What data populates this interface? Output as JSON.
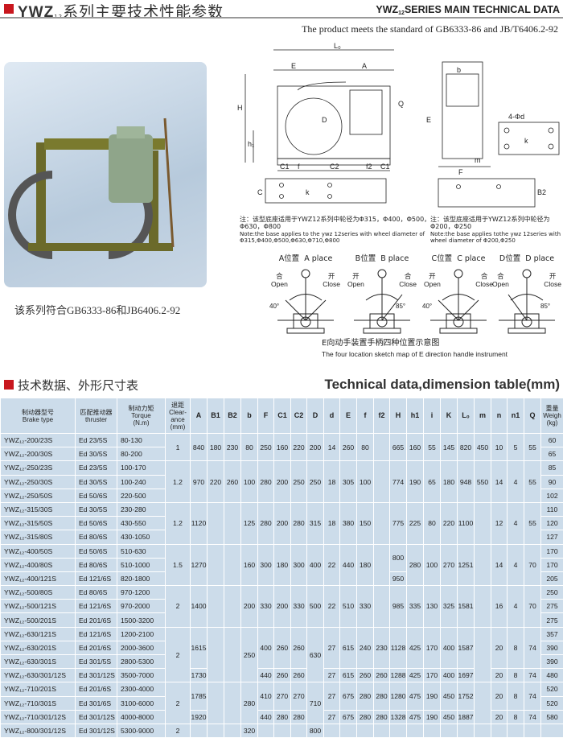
{
  "header": {
    "title_prefix": "YWZ",
    "title_sub": "12",
    "title_cn": "系列主要技术性能参数",
    "title_en_prefix": "YWZ",
    "title_en_sub": "12",
    "title_en": "SERIES MAIN TECHNICAL DATA",
    "standard": "The product meets the standard of GB6333-86 and JB/T6406.2-92"
  },
  "photo": {
    "caption": "该系列符合GB6333-86和JB6406.2-92"
  },
  "diagram": {
    "labels": {
      "L0": "L₀",
      "A": "A",
      "E": "E",
      "H": "H",
      "h1": "h₁",
      "C1": "C1",
      "f": "f",
      "C2": "C2",
      "f2": "f2",
      "C1b": "C1",
      "Q": "Q",
      "D": "D",
      "Edir": "E",
      "b": "b",
      "d4": "4-Φd",
      "k": "k",
      "m": "m",
      "F": "F",
      "c": "C",
      "B2": "B2",
      "k2": "k"
    },
    "note_left_cn": "注：该型底座适用于YWZ12系列中轮径为Φ315，Φ400，Φ500，Φ630，Φ800",
    "note_left_en": "Note:the base applies to the ywz 12series with wheel diameter of Φ315,Φ400,Φ500,Φ630,Φ710,Φ800",
    "note_right_cn": "注：该型底座适用于YWZ12系列中轮径为Φ200，Φ250",
    "note_right_en": "Note:the base applies tothe ywz 12series with wheel diameter of Φ200,Φ250",
    "places": [
      {
        "label": "A位置  A place",
        "left": "合\nOpen",
        "right": "开\nClose",
        "angle": "40°"
      },
      {
        "label": "B位置  B place",
        "left": "开\nOpen",
        "right": "合\nClose",
        "angle": "85°"
      },
      {
        "label": "C位置  C place",
        "left": "开\nOpen",
        "right": "合\nClose",
        "angle": "40°"
      },
      {
        "label": "D位置  D place",
        "left": "合\nOpen",
        "right": "开\nClose",
        "angle": "85°"
      }
    ],
    "sketch_title_cn": "E向动手装置手柄四种位置示意图",
    "sketch_title_en": "The four location sketch map of E direction handle instrument"
  },
  "section": {
    "title_cn": "技术数据、外形尺寸表",
    "title_en": "Technical data,dimension table(mm)"
  },
  "table": {
    "headers": [
      "制动器型号\nBrake type",
      "匹配推动器\nthruster",
      "制动力矩\nTorque\n(N.m)",
      "退距\nClear-\nance\n(mm)",
      "A",
      "B1",
      "B2",
      "b",
      "F",
      "C1",
      "C2",
      "D",
      "d",
      "E",
      "f",
      "f2",
      "H",
      "h1",
      "i",
      "K",
      "L₀",
      "m",
      "n",
      "n1",
      "Q",
      "重量\nWeigh\n(kg)"
    ],
    "rows": [
      [
        "YWZ₁₂-200/23S",
        "Ed 23/5S",
        "80-130",
        {
          "v": "1",
          "rs": 2
        },
        {
          "v": "840",
          "rs": 2
        },
        {
          "v": "180",
          "rs": 2
        },
        {
          "v": "230",
          "rs": 2
        },
        {
          "v": "80",
          "rs": 2
        },
        {
          "v": "250",
          "rs": 2
        },
        {
          "v": "160",
          "rs": 2
        },
        {
          "v": "220",
          "rs": 2
        },
        {
          "v": "200",
          "rs": 2
        },
        {
          "v": "14",
          "rs": 2
        },
        {
          "v": "260",
          "rs": 2
        },
        {
          "v": "80",
          "rs": 2
        },
        {
          "v": "",
          "rs": 2
        },
        {
          "v": "665",
          "rs": 2
        },
        {
          "v": "160",
          "rs": 2
        },
        {
          "v": "55",
          "rs": 2
        },
        {
          "v": "145",
          "rs": 2
        },
        {
          "v": "820",
          "rs": 2
        },
        {
          "v": "450",
          "rs": 2
        },
        {
          "v": "10",
          "rs": 2
        },
        {
          "v": "5",
          "rs": 2
        },
        {
          "v": "55",
          "rs": 2
        },
        "60"
      ],
      [
        "YWZ₁₂-200/30S",
        "Ed 30/5S",
        "80-200",
        "65"
      ],
      [
        "YWZ₁₂-250/23S",
        "Ed 23/5S",
        "100-170",
        {
          "v": "1.2",
          "rs": 3
        },
        {
          "v": "970",
          "rs": 3
        },
        {
          "v": "220",
          "rs": 3
        },
        {
          "v": "260",
          "rs": 3
        },
        {
          "v": "100",
          "rs": 3
        },
        {
          "v": "280",
          "rs": 3
        },
        {
          "v": "200",
          "rs": 3
        },
        {
          "v": "250",
          "rs": 3
        },
        {
          "v": "250",
          "rs": 3
        },
        {
          "v": "18",
          "rs": 3
        },
        {
          "v": "305",
          "rs": 3
        },
        {
          "v": "100",
          "rs": 3
        },
        {
          "v": "",
          "rs": 3
        },
        {
          "v": "774",
          "rs": 3
        },
        {
          "v": "190",
          "rs": 3
        },
        {
          "v": "65",
          "rs": 3
        },
        {
          "v": "180",
          "rs": 3
        },
        {
          "v": "948",
          "rs": 3
        },
        {
          "v": "550",
          "rs": 3
        },
        {
          "v": "14",
          "rs": 3
        },
        {
          "v": "4",
          "rs": 3
        },
        {
          "v": "55",
          "rs": 3
        },
        "85"
      ],
      [
        "YWZ₁₂-250/30S",
        "Ed 30/5S",
        "100-240",
        "90"
      ],
      [
        "YWZ₁₂-250/50S",
        "Ed 50/6S",
        "220-500",
        "102"
      ],
      [
        "YWZ₁₂-315/30S",
        "Ed 30/5S",
        "230-280",
        {
          "v": "1.2",
          "rs": 3
        },
        {
          "v": "1120",
          "rs": 3
        },
        {
          "v": "",
          "rs": 3
        },
        {
          "v": "",
          "rs": 3
        },
        {
          "v": "125",
          "rs": 3
        },
        {
          "v": "280",
          "rs": 3
        },
        {
          "v": "200",
          "rs": 3
        },
        {
          "v": "280",
          "rs": 3
        },
        {
          "v": "315",
          "rs": 3
        },
        {
          "v": "18",
          "rs": 3
        },
        {
          "v": "380",
          "rs": 3
        },
        {
          "v": "150",
          "rs": 3
        },
        {
          "v": "",
          "rs": 3
        },
        {
          "v": "775",
          "rs": 3
        },
        {
          "v": "225",
          "rs": 3
        },
        {
          "v": "80",
          "rs": 3
        },
        {
          "v": "220",
          "rs": 3
        },
        {
          "v": "1100",
          "rs": 3
        },
        {
          "v": "",
          "rs": 3
        },
        {
          "v": "12",
          "rs": 3
        },
        {
          "v": "4",
          "rs": 3
        },
        {
          "v": "55",
          "rs": 3
        },
        "110"
      ],
      [
        "YWZ₁₂-315/50S",
        "Ed 50/6S",
        "430-550",
        "120"
      ],
      [
        "YWZ₁₂-315/80S",
        "Ed 80/6S",
        "430-1050",
        "127"
      ],
      [
        "YWZ₁₂-400/50S",
        "Ed 50/6S",
        "510-630",
        {
          "v": "1.5",
          "rs": 3
        },
        {
          "v": "1270",
          "rs": 3
        },
        {
          "v": "",
          "rs": 3
        },
        {
          "v": "",
          "rs": 3
        },
        {
          "v": "160",
          "rs": 3
        },
        {
          "v": "300",
          "rs": 3
        },
        {
          "v": "180",
          "rs": 3
        },
        {
          "v": "300",
          "rs": 3
        },
        {
          "v": "400",
          "rs": 3
        },
        {
          "v": "22",
          "rs": 3
        },
        {
          "v": "440",
          "rs": 3
        },
        {
          "v": "180",
          "rs": 3
        },
        {
          "v": "",
          "rs": 3
        },
        {
          "v": "800",
          "rs": 2
        },
        {
          "v": "280",
          "rs": 3
        },
        {
          "v": "100",
          "rs": 3
        },
        {
          "v": "270",
          "rs": 3
        },
        {
          "v": "1251",
          "rs": 3
        },
        {
          "v": "",
          "rs": 3
        },
        {
          "v": "14",
          "rs": 3
        },
        {
          "v": "4",
          "rs": 3
        },
        {
          "v": "70",
          "rs": 3
        },
        "170"
      ],
      [
        "YWZ₁₂-400/80S",
        "Ed 80/6S",
        "510-1000",
        "170"
      ],
      [
        "YWZ₁₂-400/121S",
        "Ed 121/6S",
        "820-1800",
        "950",
        "205"
      ],
      [
        "YWZ₁₂-500/80S",
        "Ed 80/6S",
        "970-1200",
        {
          "v": "2",
          "rs": 3
        },
        {
          "v": "1400",
          "rs": 3
        },
        {
          "v": "",
          "rs": 3
        },
        {
          "v": "",
          "rs": 3
        },
        {
          "v": "200",
          "rs": 3
        },
        {
          "v": "330",
          "rs": 3
        },
        {
          "v": "200",
          "rs": 3
        },
        {
          "v": "330",
          "rs": 3
        },
        {
          "v": "500",
          "rs": 3
        },
        {
          "v": "22",
          "rs": 3
        },
        {
          "v": "510",
          "rs": 3
        },
        {
          "v": "330",
          "rs": 3
        },
        {
          "v": "",
          "rs": 3
        },
        {
          "v": "985",
          "rs": 3
        },
        {
          "v": "335",
          "rs": 3
        },
        {
          "v": "130",
          "rs": 3
        },
        {
          "v": "325",
          "rs": 3
        },
        {
          "v": "1581",
          "rs": 3
        },
        {
          "v": "",
          "rs": 3
        },
        {
          "v": "16",
          "rs": 3
        },
        {
          "v": "4",
          "rs": 3
        },
        {
          "v": "70",
          "rs": 3
        },
        "250"
      ],
      [
        "YWZ₁₂-500/121S",
        "Ed 121/6S",
        "970-2000",
        "275"
      ],
      [
        "YWZ₁₂-500/201S",
        "Ed 201/6S",
        "1500-3200",
        "275"
      ],
      [
        "YWZ₁₂-630/121S",
        "Ed 121/6S",
        "1200-2100",
        {
          "v": "2",
          "rs": 4
        },
        {
          "v": "1615",
          "rs": 3
        },
        {
          "v": "",
          "rs": 4
        },
        {
          "v": "",
          "rs": 4
        },
        {
          "v": "250",
          "rs": 4
        },
        {
          "v": "400",
          "rs": 3
        },
        {
          "v": "260",
          "rs": 3
        },
        {
          "v": "260",
          "rs": 3
        },
        {
          "v": "630",
          "rs": 4
        },
        {
          "v": "27",
          "rs": 3
        },
        {
          "v": "615",
          "rs": 3
        },
        {
          "v": "240",
          "rs": 3
        },
        {
          "v": "230",
          "rs": 3
        },
        {
          "v": "1128",
          "rs": 3
        },
        {
          "v": "425",
          "rs": 3
        },
        {
          "v": "170",
          "rs": 3
        },
        {
          "v": "400",
          "rs": 3
        },
        {
          "v": "1587",
          "rs": 3
        },
        {
          "v": "",
          "rs": 4
        },
        {
          "v": "20",
          "rs": 3
        },
        {
          "v": "8",
          "rs": 3
        },
        {
          "v": "74",
          "rs": 3
        },
        "357"
      ],
      [
        "YWZ₁₂-630/201S",
        "Ed 201/6S",
        "2000-3600",
        "390"
      ],
      [
        "YWZ₁₂-630/301S",
        "Ed 301/5S",
        "2800-5300",
        "390"
      ],
      [
        "YWZ₁₂-630/301/12S",
        "Ed 301/12S",
        "3500-7000",
        "1730",
        "440",
        "260",
        "260",
        "27",
        "615",
        "260",
        "260",
        "1288",
        "425",
        "170",
        "400",
        "1697",
        "20",
        "8",
        "74",
        "480"
      ],
      [
        "YWZ₁₂-710/201S",
        "Ed 201/6S",
        "2300-4000",
        {
          "v": "2",
          "rs": 3
        },
        {
          "v": "1785",
          "rs": 2
        },
        {
          "v": "",
          "rs": 3
        },
        {
          "v": "",
          "rs": 3
        },
        {
          "v": "280",
          "rs": 3
        },
        {
          "v": "410",
          "rs": 2
        },
        {
          "v": "270",
          "rs": 2
        },
        {
          "v": "270",
          "rs": 2
        },
        {
          "v": "710",
          "rs": 3
        },
        {
          "v": "27",
          "rs": 2
        },
        {
          "v": "675",
          "rs": 2
        },
        {
          "v": "280",
          "rs": 2
        },
        {
          "v": "280",
          "rs": 2
        },
        {
          "v": "1280",
          "rs": 2
        },
        {
          "v": "475",
          "rs": 2
        },
        {
          "v": "190",
          "rs": 2
        },
        {
          "v": "450",
          "rs": 2
        },
        {
          "v": "1752",
          "rs": 2
        },
        {
          "v": "",
          "rs": 3
        },
        {
          "v": "20",
          "rs": 2
        },
        {
          "v": "8",
          "rs": 2
        },
        {
          "v": "74",
          "rs": 2
        },
        "520"
      ],
      [
        "YWZ₁₂-710/301S",
        "Ed 301/6S",
        "3100-6000",
        "520"
      ],
      [
        "YWZ₁₂-710/301/12S",
        "Ed 301/12S",
        "4000-8000",
        "1920",
        "440",
        "280",
        "280",
        "27",
        "675",
        "280",
        "280",
        "1328",
        "475",
        "190",
        "450",
        "1887",
        "20",
        "8",
        "74",
        "580"
      ],
      [
        "YWZ₁₂-800/301/12S",
        "Ed 301/12S",
        "5300-9000",
        "2",
        "",
        "",
        "",
        "320",
        "",
        "",
        "",
        "800",
        "",
        "",
        "",
        "",
        "",
        "",
        "",
        "",
        "",
        "",
        "",
        "",
        "",
        ""
      ]
    ]
  }
}
